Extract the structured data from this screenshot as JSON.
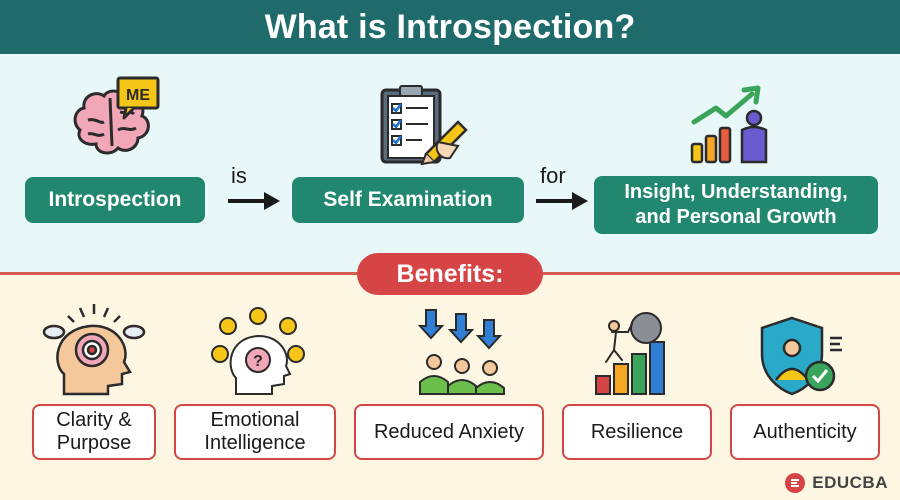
{
  "header": {
    "title": "What is Introspection?"
  },
  "definition": {
    "term": "Introspection",
    "connector_1": "is",
    "meaning": "Self Examination",
    "connector_2": "for",
    "purpose_line1": "Insight, Understanding,",
    "purpose_line2": "and Personal Growth",
    "badge_text": "ME"
  },
  "benefits": {
    "label": "Benefits:",
    "items": [
      {
        "line1": "Clarity &",
        "line2": "Purpose",
        "icon": "head-target-icon"
      },
      {
        "line1": "Emotional",
        "line2": "Intelligence",
        "icon": "head-emotions-icon"
      },
      {
        "line1": "Reduced Anxiety",
        "line2": "",
        "icon": "people-arrows-down-icon"
      },
      {
        "line1": "Resilience",
        "line2": "",
        "icon": "push-boulder-icon"
      },
      {
        "line1": "Authenticity",
        "line2": "",
        "icon": "shield-person-icon"
      }
    ]
  },
  "brand": {
    "name": "EDUCBA"
  },
  "colors": {
    "header_bg": "#1f6b6b",
    "top_bg": "#e8f7f7",
    "bottom_bg": "#fdf6e2",
    "pill_green": "#22876f",
    "accent_red": "#d64545"
  }
}
